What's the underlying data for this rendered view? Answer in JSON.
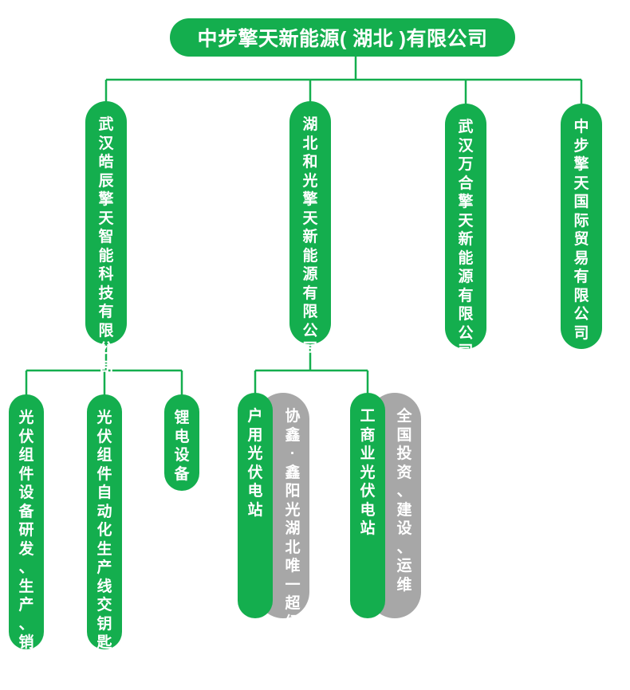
{
  "root": {
    "label": "中步擎天新能源( 湖北 )有限公司"
  },
  "level1": [
    {
      "label": "武汉皓辰擎天智能科技有限公司"
    },
    {
      "label": "湖北和光擎天新能源有限公司"
    },
    {
      "label": "武汉万合擎天新能源有限公司"
    },
    {
      "label": "中步擎天国际贸易有限公司"
    }
  ],
  "level2_a": [
    {
      "label": "光伏组件设备研发、生产、销售"
    },
    {
      "label": "光伏组件自动化生产线交钥匙工程"
    },
    {
      "label": "锂电设备"
    }
  ],
  "level2_b": [
    {
      "label": "户用光伏电站",
      "note": "协鑫·鑫阳光湖北唯一超级大商"
    },
    {
      "label": "工商业光伏电站",
      "note": "全国投资、建设、运维"
    }
  ],
  "colors": {
    "green": "#14ae4e",
    "gray": "#a7a7a7",
    "text": "#ffffff"
  }
}
